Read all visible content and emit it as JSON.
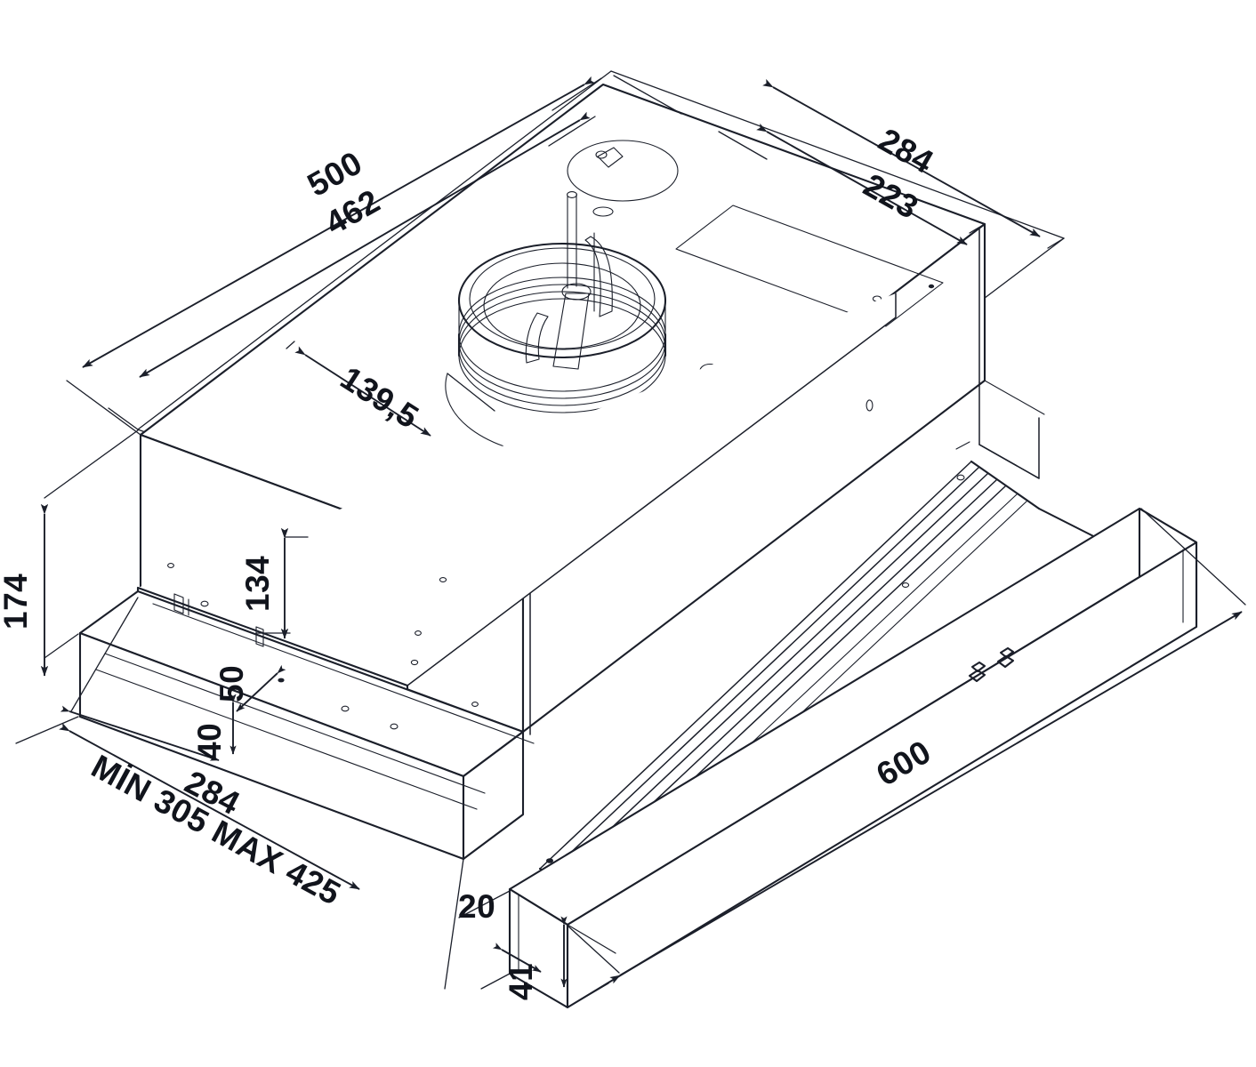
{
  "drawing": {
    "title": "Built-in Telescopic Cooker Hood — Isometric Dimensional Drawing",
    "units": "mm",
    "decimal_separator": ",",
    "line_color": "#1b1f2a",
    "background_color": "#ffffff"
  },
  "dimensions": {
    "cabinet_cutout_depth": "500",
    "body_depth": "462",
    "flue_offset_right_outer": "284",
    "flue_offset_right_inner": "223",
    "flue_offset_left": "139,5",
    "total_height": "174",
    "body_height": "134",
    "front_panel_offset_upper": "50",
    "front_panel_offset_lower": "40",
    "slide_panel_width": "284",
    "slide_travel": "MİN 305 MAX 425",
    "total_width": "600",
    "fascia_depth": "20",
    "fascia_height": "41"
  },
  "annotations": [
    {
      "id": "d500",
      "label": "500",
      "orientation": "iso-left",
      "kind": "linear"
    },
    {
      "id": "d462",
      "label": "462",
      "orientation": "iso-left",
      "kind": "linear"
    },
    {
      "id": "d284t",
      "label": "284",
      "orientation": "iso-right",
      "kind": "linear"
    },
    {
      "id": "d223",
      "label": "223",
      "orientation": "iso-right",
      "kind": "linear"
    },
    {
      "id": "d1395",
      "label": "139,5",
      "orientation": "iso-left",
      "kind": "linear"
    },
    {
      "id": "d174",
      "label": "174",
      "orientation": "vertical",
      "kind": "linear"
    },
    {
      "id": "d134",
      "label": "134",
      "orientation": "vertical",
      "kind": "linear"
    },
    {
      "id": "d50",
      "label": "50",
      "orientation": "vertical",
      "kind": "linear"
    },
    {
      "id": "d40",
      "label": "40",
      "orientation": "vertical",
      "kind": "linear"
    },
    {
      "id": "d284b",
      "label": "284",
      "orientation": "iso-right",
      "kind": "linear"
    },
    {
      "id": "dtrav",
      "label": "MİN 305 MAX 425",
      "orientation": "iso-right",
      "kind": "range"
    },
    {
      "id": "d600",
      "label": "600",
      "orientation": "iso-right",
      "kind": "linear"
    },
    {
      "id": "d20",
      "label": "20",
      "orientation": "iso-left",
      "kind": "linear"
    },
    {
      "id": "d41",
      "label": "41",
      "orientation": "vertical",
      "kind": "linear"
    }
  ],
  "components": {
    "duct_outlet": "air-outlet-duct-with-damper",
    "body": "hood-main-body",
    "filter_drawer": "sliding-filter-drawer",
    "front_fascia": "front-fascia-bar",
    "slide_rail": "telescopic-slide-rail",
    "controls": "front-panel-switches"
  }
}
